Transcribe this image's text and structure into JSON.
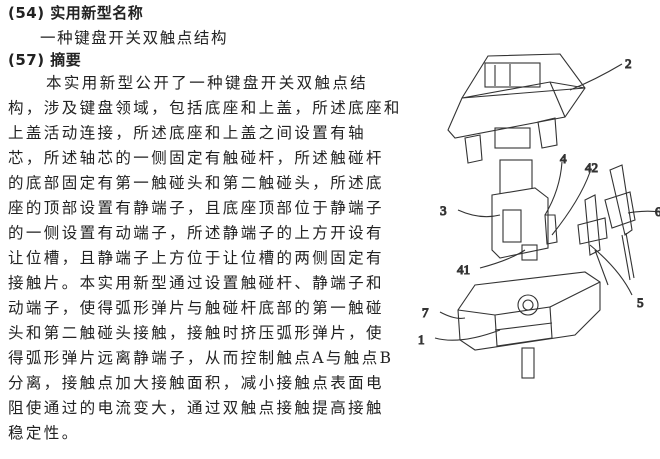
{
  "sections": {
    "name_heading": "(54) 实用新型名称",
    "name_value": "一种键盘开关双触点结构",
    "abstract_heading": "(57) 摘要",
    "abstract_lines": [
      "本实用新型公开了一种键盘开关双触点结",
      "构，涉及键盘领域，包括底座和上盖，所述底座和",
      "上盖活动连接，所述底座和上盖之间设置有轴",
      "芯，所述轴芯的一侧固定有触碰杆，所述触碰杆",
      "的底部固定有第一触碰头和第二触碰头，所述底",
      "座的顶部设置有静端子，且底座顶部位于静端子",
      "的一侧设置有动端子，所述静端子的上方开设有",
      "让位槽，且静端子上方位于让位槽的两侧固定有",
      "接触片。本实用新型通过设置触碰杆、静端子和",
      "动端子，使得弧形弹片与触碰杆底部的第一触碰",
      "头和第二触碰头接触，接触时挤压弧形弹片，使",
      "得弧形弹片远离静端子，从而控制触点A与触点B",
      "分离，接触点加大接触面积，减小接触点表面电",
      "阻使通过的电流变大，通过双触点接触提高接触",
      "稳定性。"
    ]
  },
  "figure": {
    "labels": [
      "2",
      "4",
      "42",
      "3",
      "41",
      "6",
      "5",
      "7",
      "1"
    ]
  }
}
